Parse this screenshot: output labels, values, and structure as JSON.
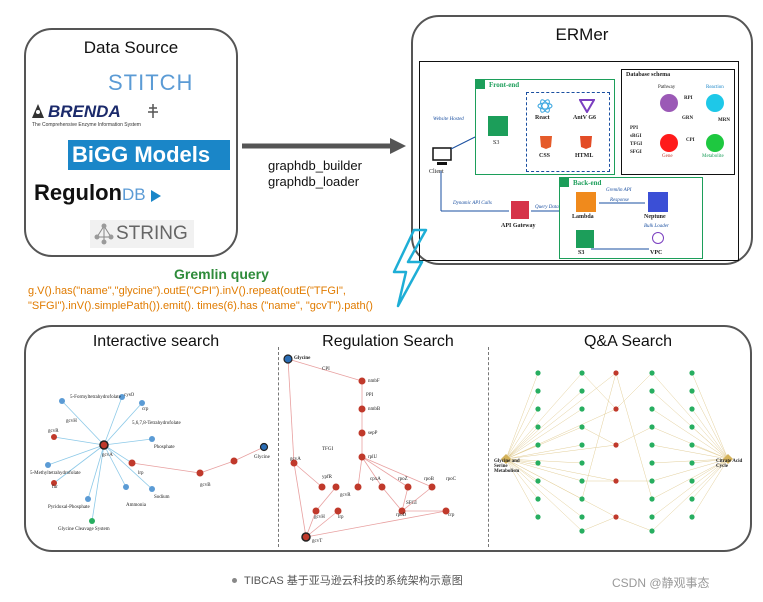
{
  "data_source": {
    "title": "Data Source",
    "sources": [
      {
        "name": "STITCH"
      },
      {
        "name": "BRENDA",
        "tagline": "The Comprehensive Enzyme Information System"
      },
      {
        "name": "BiGG Models"
      },
      {
        "name": "Regulon",
        "suffix": "DB"
      },
      {
        "name": "STRING"
      }
    ]
  },
  "pipeline": {
    "steps": [
      "graphdb_builder",
      "graphdb_loader"
    ]
  },
  "ermer": {
    "title": "ERMer",
    "client_label": "Client",
    "website_hosted": "Website Hosted",
    "frontend": {
      "title": "Front-end",
      "s3": "S3",
      "techs": [
        "React",
        "AntV G6",
        "CSS",
        "HTML"
      ]
    },
    "backend": {
      "title": "Back-end",
      "lambda": "Lambda",
      "neptune": "Neptune",
      "gremlin_api": "Gremlin API",
      "response": "Response",
      "bulk_loader": "Bulk Loader",
      "s3": "S3",
      "vpc": "VPC"
    },
    "api_gateway": "API Gateway",
    "dynamic_api_calls": "Dynamic API Calls",
    "query_data": "Query Data",
    "schema": {
      "title": "Database schema",
      "nodes": [
        "Pathway",
        "Reaction",
        "Gene",
        "Metabolite"
      ],
      "edges": [
        "RPI",
        "GRN",
        "MRN",
        "CPI",
        "PPI",
        "sRGI",
        "TFGI",
        "SFGI"
      ]
    }
  },
  "gremlin": {
    "title": "Gremlin query",
    "line1": "g.V().has(\"name\",\"glycine\").outE(\"CPI\").inV().repeat(outE(\"TFGI\",",
    "line2": "\"SFGI\").inV().simplePath()).emit().  times(6).has (\"name\", \"gcvT\").path()"
  },
  "search": {
    "interactive": {
      "title": "Interactive search",
      "labels": [
        "5-Formyltetrahydrofolate",
        "cysO",
        "crp",
        "5,6,7,8-Tetrahydrofolate",
        "gcvR",
        "gcvH",
        "Phosphate",
        "5-Methyltetrahydrofolate",
        "gcvA",
        "Glycine",
        "Pyridoxal-Phosphate",
        "lrp",
        "gcvB",
        "Sodium",
        "Ammonia",
        "Glycine Cleavage System",
        "fur"
      ]
    },
    "regulation": {
      "title": "Regulation Search",
      "labels": [
        "Glycine",
        "CPI",
        "nmbF",
        "nmbB",
        "sepP",
        "rplU",
        "gcvA",
        "ypfR",
        "cpxA",
        "rpoZ",
        "rpoB",
        "rpoC",
        "gcvR",
        "gcvH",
        "lrp",
        "rpoD",
        "crp",
        "gcvT",
        "TFGI",
        "SFGI",
        "PPI"
      ]
    },
    "qa": {
      "title": "Q&A Search",
      "left_label": "Glycine and Serine Metabolism",
      "right_label": "Citrate Acid Cycle"
    }
  },
  "caption": "TIBCAS 基于亚马逊云科技的系统架构示意图",
  "watermark": "CSDN @静观事态",
  "colors": {
    "arrow": "#555555",
    "lightning": "#1eaed6",
    "frontend_green": "#1c9e5a",
    "backend_green": "#1c9e5a",
    "gremlin_green": "#2e8b3a",
    "query_orange": "#e07b00",
    "bigg_blue": "#1a86c8",
    "stitch_blue": "#5b9bd5",
    "node_red": "#c0392b",
    "node_blue": "#5b9bd5",
    "node_green": "#27ae60",
    "node_purple": "#9b59b6",
    "node_cyan": "#1ec8e8",
    "node_tan": "#d4b25a"
  }
}
